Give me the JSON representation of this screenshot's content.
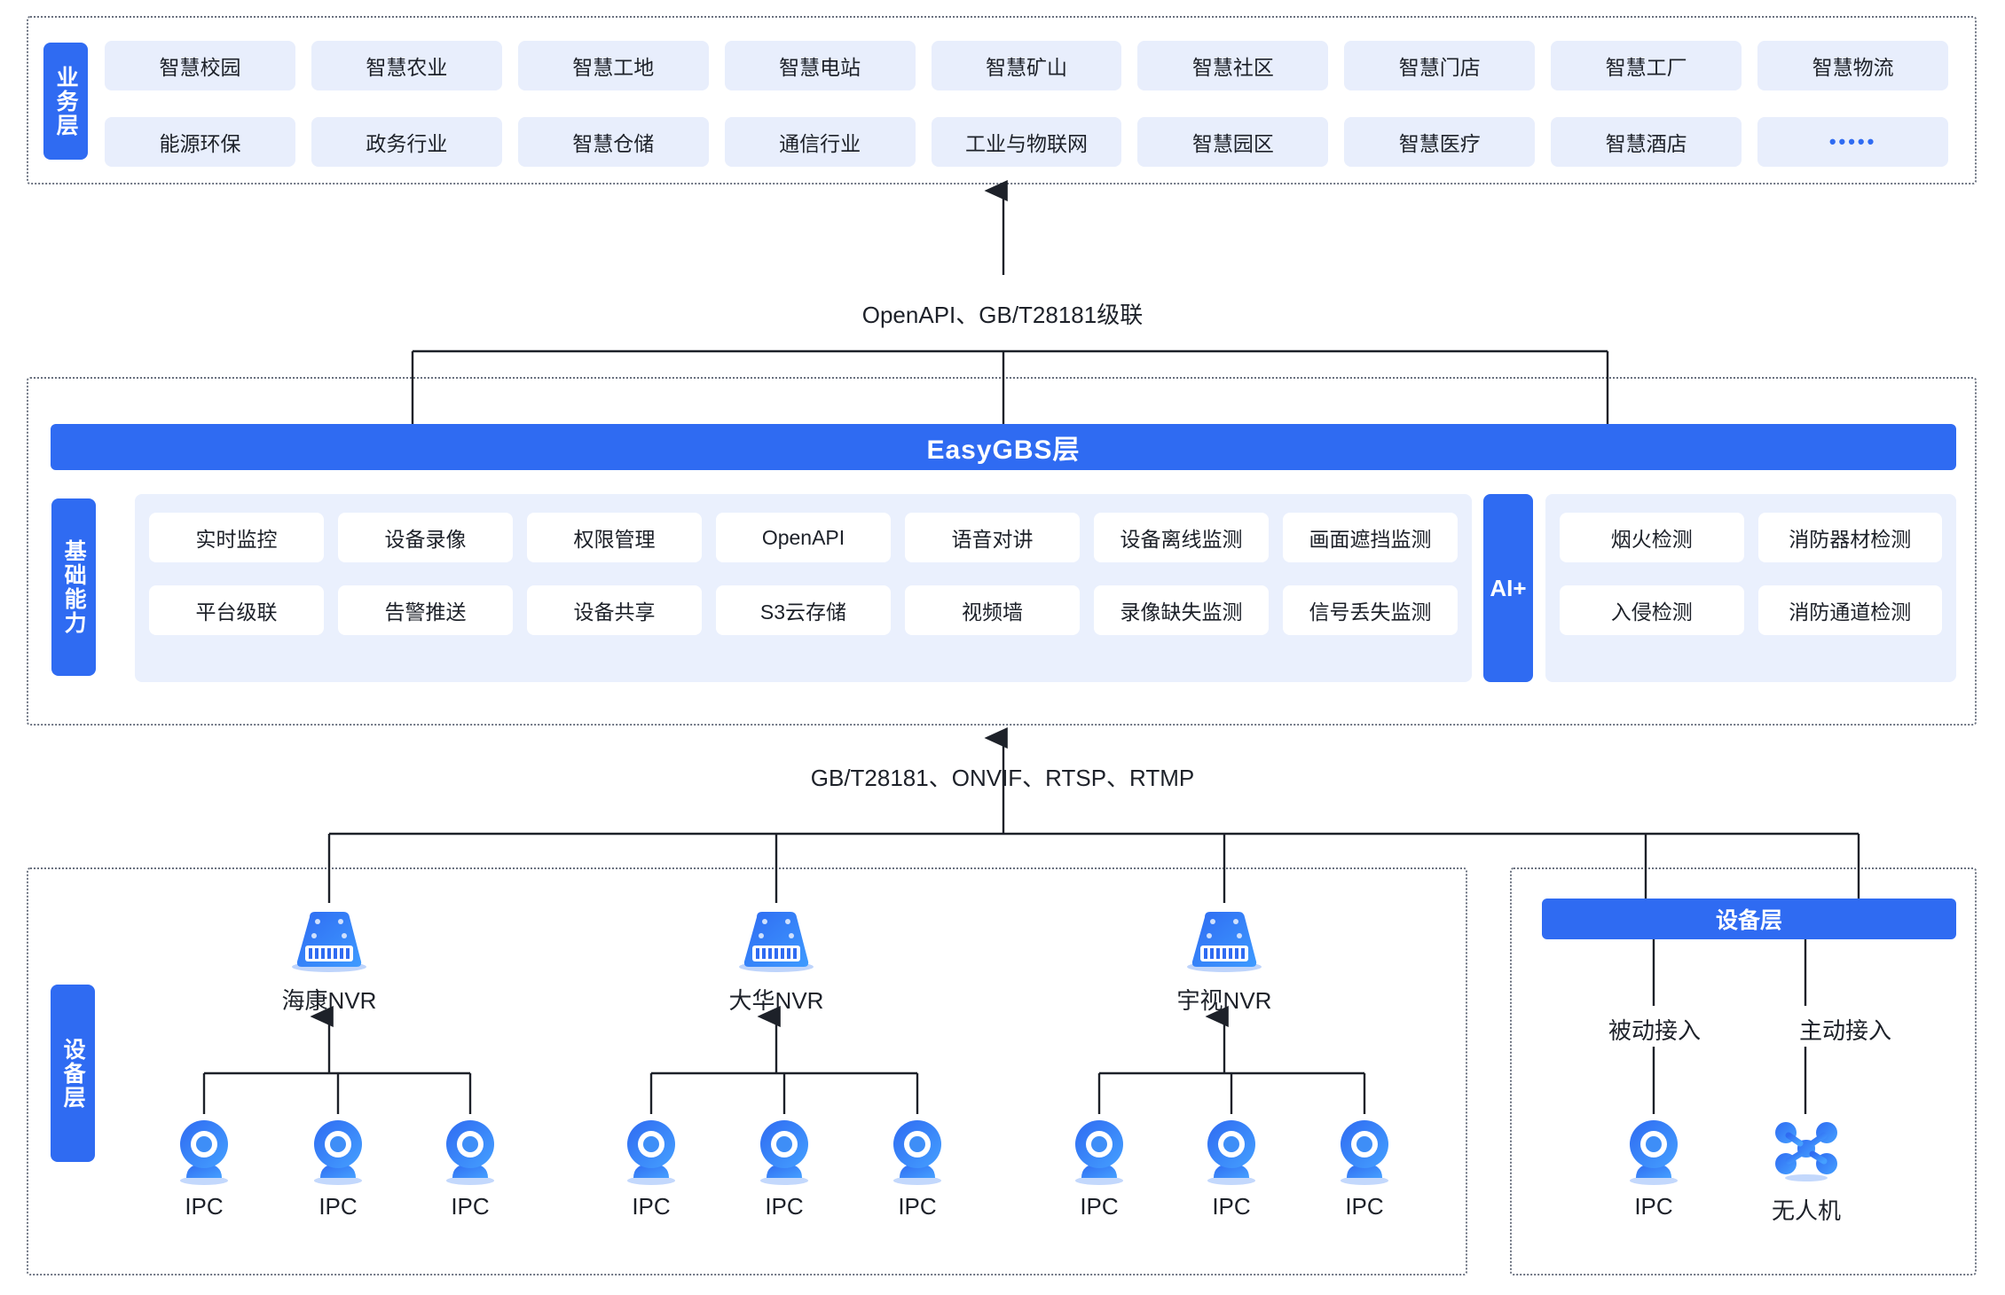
{
  "business_layer": {
    "tab_label": "业务层",
    "row1": [
      "智慧校园",
      "智慧农业",
      "智慧工地",
      "智慧电站",
      "智慧矿山",
      "智慧社区",
      "智慧门店",
      "智慧工厂",
      "智慧物流"
    ],
    "row2": [
      "能源环保",
      "政务行业",
      "智慧仓储",
      "通信行业",
      "工业与物联网",
      "智慧园区",
      "智慧医疗",
      "智慧酒店",
      "•••••"
    ]
  },
  "connectors": {
    "top_protocol_label": "OpenAPI、GB/T28181级联",
    "bottom_protocol_label": "GB/T28181、ONVIF、RTSP、RTMP"
  },
  "platform_layer": {
    "title": "EasyGBS层",
    "tab_label": "基础能力",
    "capabilities_row1": [
      "实时监控",
      "设备录像",
      "权限管理",
      "OpenAPI",
      "语音对讲",
      "设备离线监测",
      "画面遮挡监测"
    ],
    "capabilities_row2": [
      "平台级联",
      "告警推送",
      "设备共享",
      "S3云存储",
      "视频墙",
      "录像缺失监测",
      "信号丢失监测"
    ],
    "ai": {
      "tab_label": "AI+",
      "row1": [
        "烟火检测",
        "消防器材检测"
      ],
      "row2": [
        "入侵检测",
        "消防通道检测"
      ]
    }
  },
  "device_layer_left": {
    "tab_label": "设备层",
    "groups": [
      {
        "nvr_label": "海康NVR",
        "icon": "nvr-icon",
        "cameras": [
          "IPC",
          "IPC",
          "IPC"
        ]
      },
      {
        "nvr_label": "大华NVR",
        "icon": "nvr-icon",
        "cameras": [
          "IPC",
          "IPC",
          "IPC"
        ]
      },
      {
        "nvr_label": "宇视NVR",
        "icon": "nvr-icon",
        "cameras": [
          "IPC",
          "IPC",
          "IPC"
        ]
      }
    ]
  },
  "device_layer_right": {
    "bar_label": "设备层",
    "branches": [
      {
        "access_label": "被动接入",
        "device_label": "IPC",
        "icon": "camera-icon"
      },
      {
        "access_label": "主动接入",
        "device_label": "无人机",
        "icon": "drone-icon"
      }
    ]
  },
  "colors": {
    "primary": "#2f6bf2",
    "pill_bg": "#e8eefc",
    "panel_bg": "#eaf0fd",
    "line": "#1d2129"
  }
}
